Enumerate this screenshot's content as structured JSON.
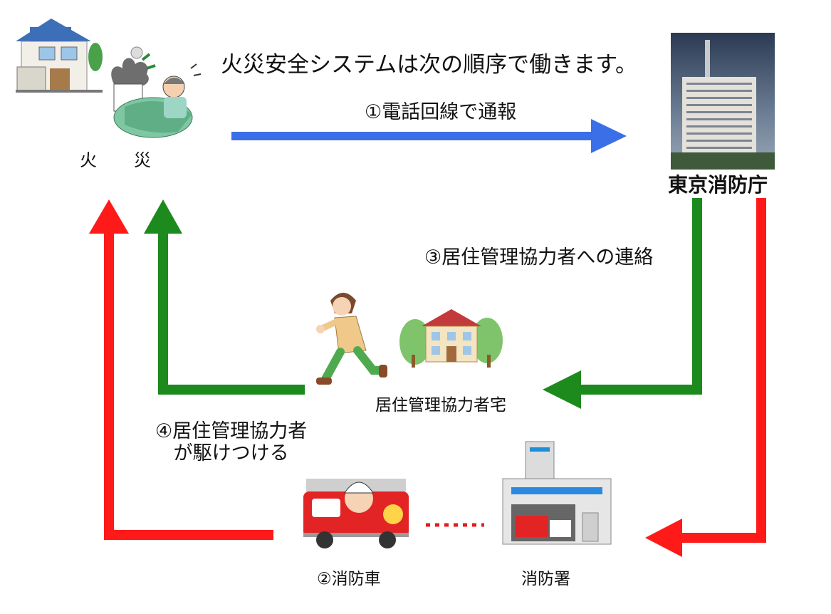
{
  "title": "火災安全システムは次の順序で働きます。",
  "nodes": {
    "fire": "火　災",
    "tokyo_fire_department": "東京消防庁",
    "resident_house": "居住管理協力者宅",
    "fire_station": "消防署"
  },
  "steps": {
    "step1": "①電話回線で通報",
    "step2": "②消防車",
    "step3": "③居住管理協力者への連絡",
    "step4_line1": "④居住管理協力者",
    "step4_line2": "が駆けつける"
  },
  "colors": {
    "blue_arrow": "#3a6fe8",
    "green_arrow": "#1d8a1d",
    "red_arrow": "#ff1a1a"
  }
}
